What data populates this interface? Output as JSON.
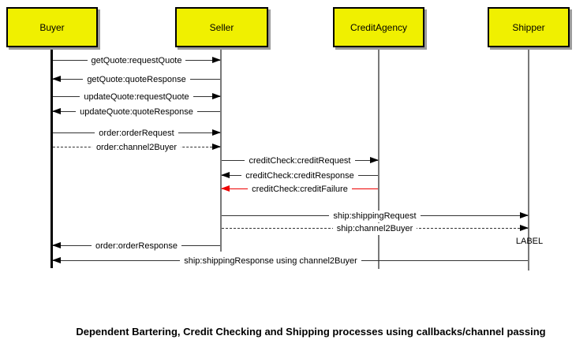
{
  "colors": {
    "actor_fill": "#f0f000",
    "actor_border": "#000000",
    "actor_shadow": "#9b9b9b",
    "message_line": "#333333",
    "failure_red": "#ee0000",
    "buyer_lifeline": "#000000",
    "other_lifeline": "#787878"
  },
  "diagram": {
    "actors": [
      {
        "label": "Buyer"
      },
      {
        "label": "Seller"
      },
      {
        "label": "CreditAgency"
      },
      {
        "label": "Shipper"
      }
    ],
    "messages": [
      {
        "from": "Buyer",
        "to": "Seller",
        "style": "solid",
        "label": "getQuote:requestQuote"
      },
      {
        "from": "Seller",
        "to": "Buyer",
        "style": "solid",
        "label": "getQuote:quoteResponse"
      },
      {
        "from": "Buyer",
        "to": "Seller",
        "style": "solid",
        "label": "updateQuote:requestQuote"
      },
      {
        "from": "Seller",
        "to": "Buyer",
        "style": "solid",
        "label": "updateQuote:quoteResponse"
      },
      {
        "from": "Buyer",
        "to": "Seller",
        "style": "solid",
        "label": "order:orderRequest"
      },
      {
        "from": "Buyer",
        "to": "Seller",
        "style": "dashed",
        "label": "order:channel2Buyer"
      },
      {
        "from": "Seller",
        "to": "CreditAgency",
        "style": "solid",
        "label": "creditCheck:creditRequest"
      },
      {
        "from": "CreditAgency",
        "to": "Seller",
        "style": "solid",
        "label": "creditCheck:creditResponse"
      },
      {
        "from": "CreditAgency",
        "to": "Seller",
        "style": "solid-red",
        "label": "creditCheck:creditFailure"
      },
      {
        "from": "Seller",
        "to": "Shipper",
        "style": "solid",
        "label": "ship:shippingRequest"
      },
      {
        "from": "Seller",
        "to": "Shipper",
        "style": "dashed",
        "label": "ship:channel2Buyer"
      },
      {
        "from": "Seller",
        "to": "Buyer",
        "style": "solid",
        "label": "order:orderResponse"
      },
      {
        "from": "Shipper",
        "to": "Buyer",
        "style": "solid",
        "label": "ship:shippingResponse using channel2Buyer"
      }
    ],
    "shipper_endpoint_label": "LABEL",
    "caption": "Dependent Bartering, Credit Checking and Shipping processes using callbacks/channel passing"
  }
}
